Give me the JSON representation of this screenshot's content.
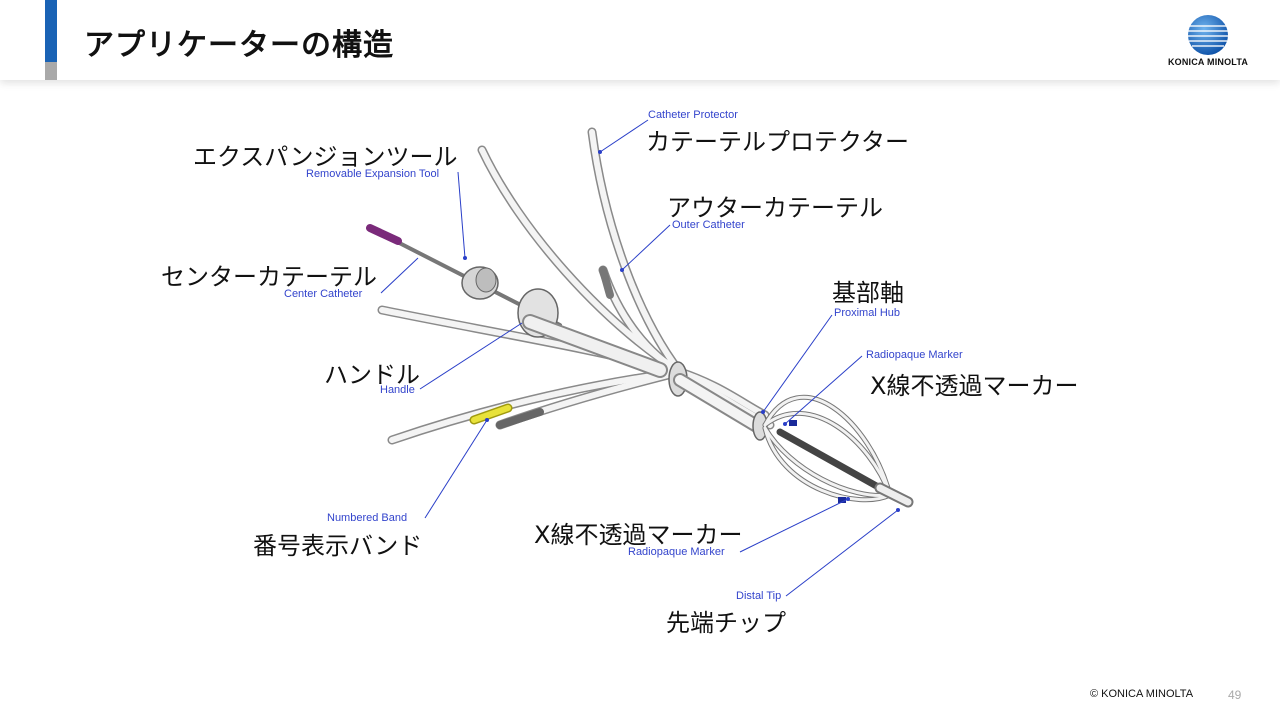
{
  "slide": {
    "title": "アプリケーターの構造",
    "logo_text": "KONICA MINOLTA",
    "copyright": "© KONICA MINOLTA",
    "page_number": "49"
  },
  "labels": {
    "catheter_protector": {
      "ja": "カテーテルプロテクター",
      "en": "Catheter Protector"
    },
    "expansion_tool": {
      "ja": "エクスパンジョンツール",
      "en": "Removable Expansion Tool"
    },
    "outer_catheter": {
      "ja": "アウターカテーテル",
      "en": "Outer Catheter"
    },
    "center_catheter": {
      "ja": "センターカテーテル",
      "en": "Center Catheter"
    },
    "proximal_hub": {
      "ja": "基部軸",
      "en": "Proximal Hub"
    },
    "radiopaque_marker_top": {
      "ja": "X線不透過マーカー",
      "en": "Radiopaque Marker"
    },
    "handle": {
      "ja": "ハンドル",
      "en": "Handle"
    },
    "numbered_band": {
      "ja": "番号表示バンド",
      "en": "Numbered Band"
    },
    "radiopaque_marker_bottom": {
      "ja": "X線不透過マーカー",
      "en": "Radiopaque Marker"
    },
    "distal_tip": {
      "ja": "先端チップ",
      "en": "Distal Tip"
    }
  },
  "colors": {
    "header_accent": "#1a63b5",
    "leader_line": "#2a3fc8",
    "center_catheter_tip": "#7a2a7a",
    "numbered_band": "#e8e23a"
  }
}
